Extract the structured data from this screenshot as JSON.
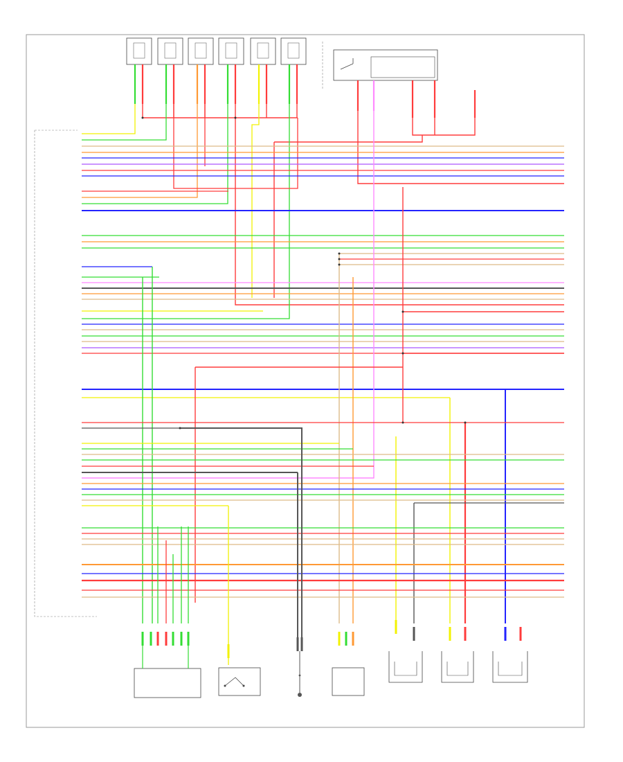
{
  "diagram": {
    "page_ref": "",
    "ecm_label": "",
    "panel_title": "",
    "colors": {
      "background": "#ffffff",
      "frame": "#999999",
      "wire_red": "#ff3b3b",
      "wire_yellow": "#f2f200",
      "wire_green": "#33dd33",
      "wire_blue": "#2222ff",
      "wire_pink": "#ff88ff",
      "wire_orange": "#ff9933",
      "wire_gray": "#555555",
      "wire_tan": "#ddbb88",
      "wire_violet": "#aa55ff"
    },
    "bottom_components": [
      {
        "name": "crank-sensor",
        "label": ""
      },
      {
        "name": "clutch-switch",
        "label": ""
      },
      {
        "name": "ground-point",
        "label": ""
      },
      {
        "name": "knock-sensor",
        "label": ""
      },
      {
        "name": "map-sensor",
        "label": ""
      },
      {
        "name": "iat-sensor",
        "label": ""
      },
      {
        "name": "ect-sensor",
        "label": ""
      }
    ],
    "top_components": [
      {
        "name": "injector-1"
      },
      {
        "name": "injector-2"
      },
      {
        "name": "injector-3"
      },
      {
        "name": "injector-4"
      },
      {
        "name": "injector-5"
      },
      {
        "name": "injector-6"
      }
    ]
  }
}
